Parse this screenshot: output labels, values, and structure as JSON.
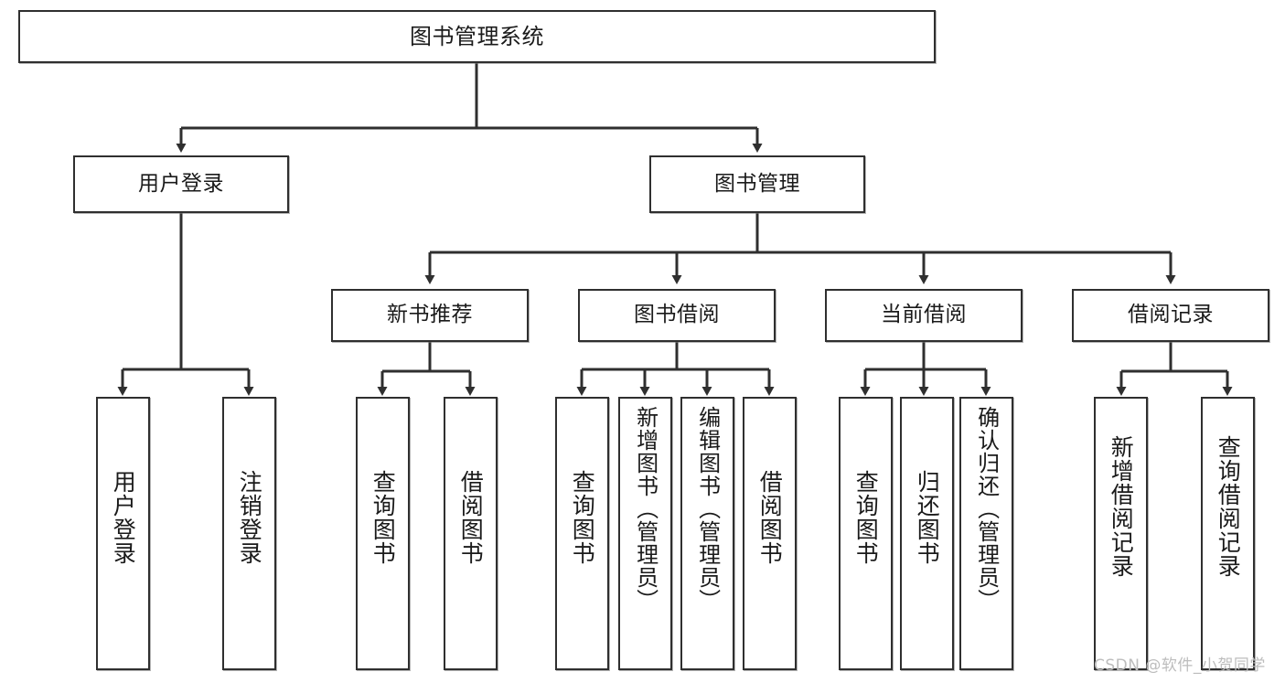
{
  "diagram": {
    "type": "tree-hierarchy-chart",
    "title": "图书管理系统",
    "root": {
      "id": "root",
      "label": "图书管理系统"
    },
    "level2": [
      {
        "id": "user-login",
        "label": "用户登录"
      },
      {
        "id": "book-management",
        "label": "图书管理"
      }
    ],
    "level3": [
      {
        "id": "new-book-recommend",
        "label": "新书推荐"
      },
      {
        "id": "book-borrow",
        "label": "图书借阅"
      },
      {
        "id": "current-borrow",
        "label": "当前借阅"
      },
      {
        "id": "borrow-record",
        "label": "借阅记录"
      }
    ],
    "leaves": {
      "user_login": [
        {
          "id": "leaf-user-login",
          "label": "用户登录"
        },
        {
          "id": "leaf-logout",
          "label": "注销登录"
        }
      ],
      "new_book_recommend": [
        {
          "id": "leaf-query-book-1",
          "label": "查询图书"
        },
        {
          "id": "leaf-borrow-book-1",
          "label": "借阅图书"
        }
      ],
      "book_borrow": [
        {
          "id": "leaf-query-book-2",
          "label": "查询图书"
        },
        {
          "id": "leaf-add-book",
          "label": "新增图书（管理员）"
        },
        {
          "id": "leaf-edit-book",
          "label": "编辑图书（管理员）"
        },
        {
          "id": "leaf-borrow-book-2",
          "label": "借阅图书"
        }
      ],
      "current_borrow": [
        {
          "id": "leaf-query-book-3",
          "label": "查询图书"
        },
        {
          "id": "leaf-return-book",
          "label": "归还图书"
        },
        {
          "id": "leaf-confirm-return",
          "label": "确认归还（管理员）"
        }
      ],
      "borrow_record": [
        {
          "id": "leaf-add-record",
          "label": "新增借阅记录"
        },
        {
          "id": "leaf-query-record",
          "label": "查询借阅记录"
        }
      ]
    }
  },
  "watermark": {
    "text": "CSDN @软件_小贺同学"
  },
  "colors": {
    "stroke": "#2f2f2f",
    "fill": "#ffffff",
    "text": "#1a1a1a",
    "watermark": "#bdbdbd"
  }
}
